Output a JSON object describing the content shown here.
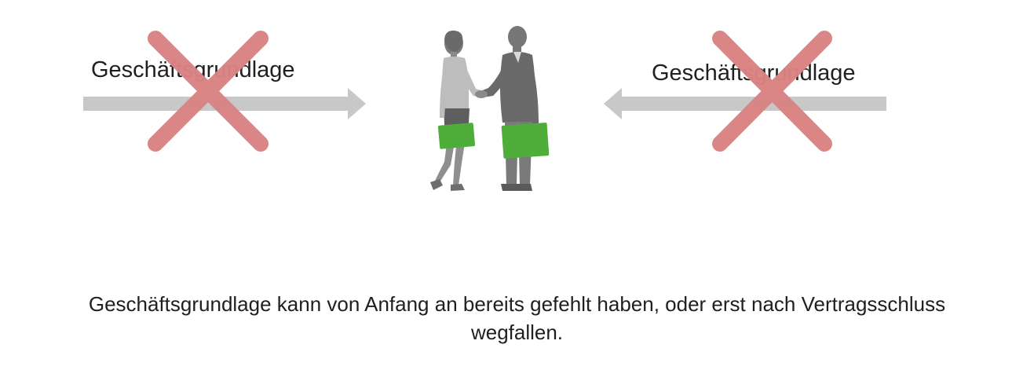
{
  "diagram": {
    "left_arrow": {
      "label": "Geschäftsgrundlage",
      "direction": "right",
      "struck_out": true
    },
    "right_arrow": {
      "label": "Geschäftsgrundlage",
      "direction": "left",
      "struck_out": true
    },
    "center_icon": "business-handshake-icon",
    "colors": {
      "arrow": "#c8c8c8",
      "cross": "#d98383",
      "briefcase": "#4fae3a",
      "woman_figure": "#8a8a8a",
      "man_figure": "#6e6e6e",
      "text": "#1f1f1f"
    }
  },
  "caption": {
    "line1": "Geschäftsgrundlage kann von Anfang an bereits gefehlt haben, oder erst nach Vertragsschluss",
    "line2": "wegfallen."
  }
}
